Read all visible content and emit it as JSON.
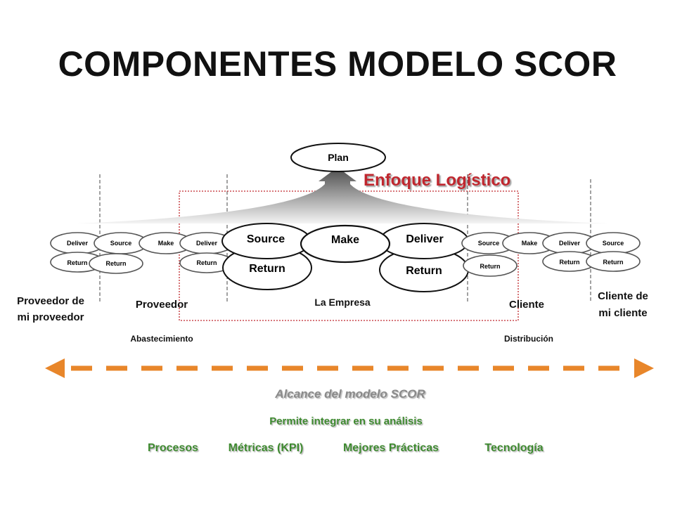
{
  "title": "COMPONENTES MODELO SCOR",
  "plan": "Plan",
  "enfoque": "Enfoque Logístico",
  "empresa": {
    "source": "Source",
    "make": "Make",
    "deliver": "Deliver",
    "return_left": "Return",
    "return_right": "Return"
  },
  "small": {
    "deliver1": "Deliver",
    "return1": "Return",
    "source2": "Source",
    "return2": "Return",
    "make3": "Make",
    "deliver4": "Deliver",
    "return4": "Return",
    "source5": "Source",
    "return5": "Return",
    "make6": "Make",
    "deliver7": "Deliver",
    "return7": "Return",
    "source8": "Source",
    "return8": "Return"
  },
  "labels": {
    "proveedor_de": "Proveedor de",
    "mi_proveedor": "mi proveedor",
    "proveedor": "Proveedor",
    "la_empresa": "La Empresa",
    "cliente": "Cliente",
    "cliente_de": "Cliente de",
    "mi_cliente": "mi cliente",
    "abastecimiento": "Abastecimiento",
    "distribucion": "Distribución"
  },
  "alcance": "Alcance del modelo SCOR",
  "permite": "Permite integrar en su análisis",
  "items": [
    "Procesos",
    "Métricas (KPI)",
    "Mejores Prácticas",
    "Tecnología"
  ],
  "colors": {
    "red": "#c0282d",
    "orange": "#e8862a",
    "green": "#3e8a2e",
    "alcance": "#8a8a8a"
  }
}
